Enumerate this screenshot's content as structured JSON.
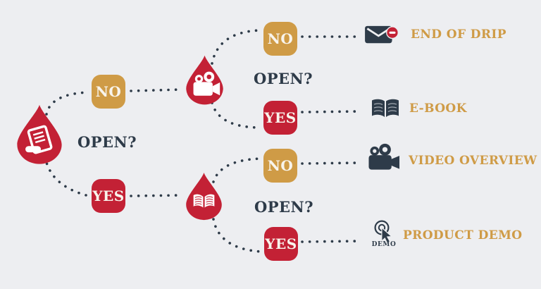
{
  "palette": {
    "background": "#edeef1",
    "red": "#c32135",
    "gold": "#cf9b46",
    "navy": "#2e3b49",
    "off_white": "#f8f4ec"
  },
  "flow": {
    "root": {
      "icon": "newsletter-drop-icon",
      "question": "OPEN?",
      "no": "NO",
      "yes": "YES"
    },
    "video_branch": {
      "icon": "video-drop-icon",
      "question": "OPEN?",
      "no": "NO",
      "yes": "YES"
    },
    "book_branch": {
      "icon": "ebook-drop-icon",
      "question": "OPEN?",
      "no": "NO",
      "yes": "YES"
    },
    "outcomes": [
      {
        "label": "END OF DRIP",
        "icon": "email-stop-icon"
      },
      {
        "label": "E-BOOK",
        "icon": "open-book-icon"
      },
      {
        "label": "VIDEO OVERVIEW",
        "icon": "video-camera-icon"
      },
      {
        "label": "PRODUCT DEMO",
        "icon": "demo-click-icon",
        "icon_text": "DEMO"
      }
    ]
  }
}
